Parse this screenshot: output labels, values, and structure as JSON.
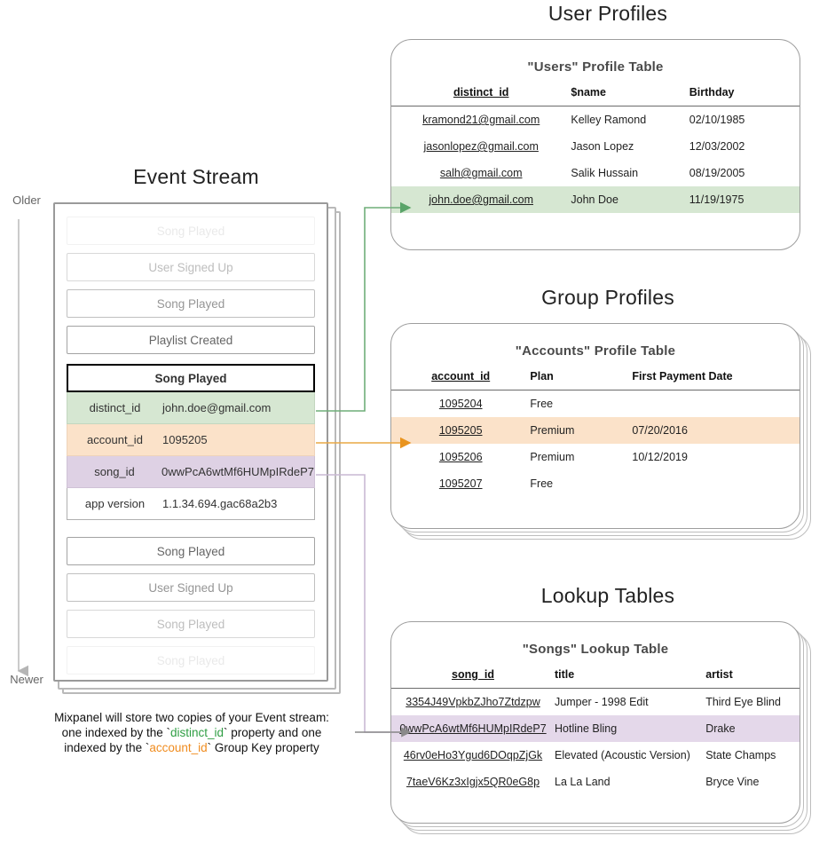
{
  "sections": {
    "user_profiles_title": "User Profiles",
    "group_profiles_title": "Group Profiles",
    "lookup_tables_title": "Lookup Tables",
    "event_stream_title": "Event Stream"
  },
  "time_axis": {
    "older": "Older",
    "newer": "Newer"
  },
  "event_stream": {
    "events_above": [
      {
        "label": "Song Played",
        "fade": "f1"
      },
      {
        "label": "User Signed Up",
        "fade": "f2"
      },
      {
        "label": "Song Played",
        "fade": "f3"
      },
      {
        "label": "Playlist Created",
        "fade": "f4"
      }
    ],
    "expanded_event": {
      "name": "Song Played",
      "properties": [
        {
          "key": "distinct_id",
          "value": "john.doe@gmail.com",
          "highlight": "green"
        },
        {
          "key": "account_id",
          "value": "1095205",
          "highlight": "orange"
        },
        {
          "key": "song_id",
          "value": "0wwPcA6wtMf6HUMpIRdeP7",
          "highlight": "purple"
        },
        {
          "key": "app version",
          "value": "1.1.34.694.gac68a2b3",
          "highlight": "none"
        }
      ]
    },
    "events_below": [
      {
        "label": "Song Played",
        "fade": "f4"
      },
      {
        "label": "User Signed Up",
        "fade": "f3"
      },
      {
        "label": "Song Played",
        "fade": "f2"
      },
      {
        "label": "Song Played",
        "fade": "f1"
      }
    ],
    "caption": {
      "line1": "Mixpanel will store two copies of your Event stream:",
      "line2_pre": "one indexed by the `",
      "line2_token": "distinct_id",
      "line2_post": "` property and one",
      "line3_pre": "indexed by the `",
      "line3_token": "account_id",
      "line3_post": "` Group Key property"
    }
  },
  "users_table": {
    "title": "\"Users\" Profile Table",
    "columns": [
      "distinct_id",
      "$name",
      "Birthday"
    ],
    "rows": [
      {
        "cells": [
          "kramond21@gmail.com",
          "Kelley Ramond",
          "02/10/1985"
        ],
        "highlight": "none"
      },
      {
        "cells": [
          "jasonlopez@gmail.com",
          "Jason Lopez",
          "12/03/2002"
        ],
        "highlight": "none"
      },
      {
        "cells": [
          "salh@gmail.com",
          "Salik Hussain",
          "08/19/2005"
        ],
        "highlight": "none"
      },
      {
        "cells": [
          "john.doe@gmail.com",
          "John Doe",
          "11/19/1975"
        ],
        "highlight": "green"
      }
    ]
  },
  "accounts_table": {
    "title": "\"Accounts\" Profile Table",
    "columns": [
      "account_id",
      "Plan",
      "First Payment Date"
    ],
    "rows": [
      {
        "cells": [
          "1095204",
          "Free",
          ""
        ],
        "highlight": "none"
      },
      {
        "cells": [
          "1095205",
          "Premium",
          "07/20/2016"
        ],
        "highlight": "orange"
      },
      {
        "cells": [
          "1095206",
          "Premium",
          "10/12/2019"
        ],
        "highlight": "none"
      },
      {
        "cells": [
          "1095207",
          "Free",
          ""
        ],
        "highlight": "none"
      }
    ]
  },
  "songs_table": {
    "title": "\"Songs\" Lookup Table",
    "columns": [
      "song_id",
      "title",
      "artist"
    ],
    "rows": [
      {
        "cells": [
          "3354J49VpkbZJho7Ztdzpw",
          "Jumper - 1998 Edit",
          "Third Eye Blind"
        ],
        "highlight": "none"
      },
      {
        "cells": [
          "0wwPcA6wtMf6HUMpIRdeP7",
          "Hotline Bling",
          "Drake"
        ],
        "highlight": "purple"
      },
      {
        "cells": [
          "46rv0eHo3Ygud6DOqpZjGk",
          "Elevated (Acoustic Version)",
          "State Champs"
        ],
        "highlight": "none"
      },
      {
        "cells": [
          "7taeV6Kz3xIgjx5QR0eG8p",
          "La La Land",
          "Bryce Vine"
        ],
        "highlight": "none"
      }
    ]
  },
  "colors": {
    "green": "#d6e7d2",
    "orange": "#fbe2c9",
    "purple": "#e4d8ea",
    "green_line": "#5aa469",
    "orange_line": "#e9a03c",
    "purple_line": "#c9b9d4",
    "gray_line": "#8a8a8a"
  }
}
